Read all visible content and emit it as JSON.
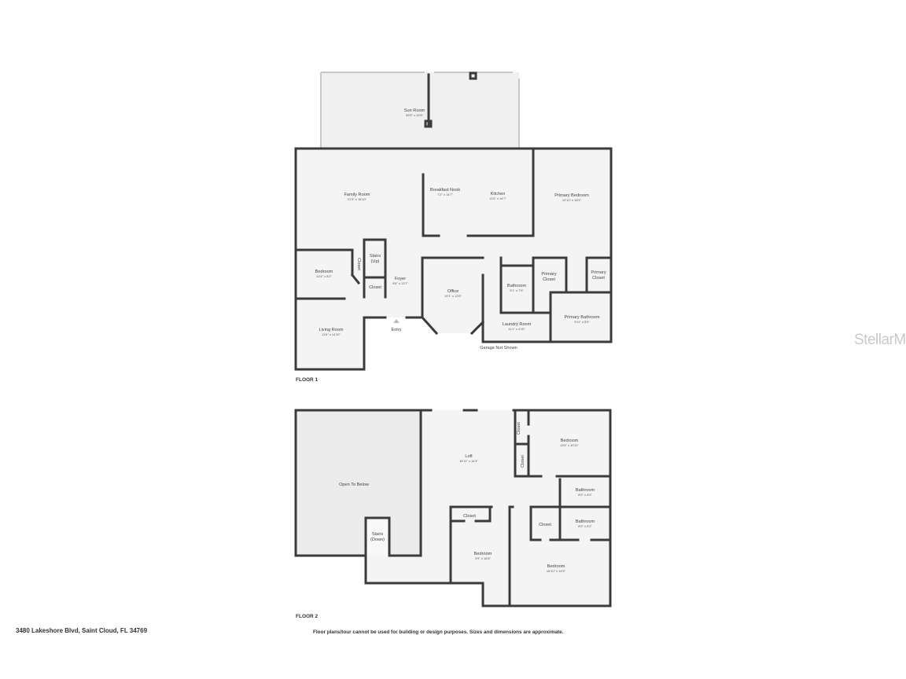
{
  "floor1": {
    "label": "FLOOR 1",
    "rooms": [
      {
        "name": "Sun Room",
        "dims": "33'5\" x 12'6\""
      },
      {
        "name": "Family Room",
        "dims": "21'5\" x 16'10\""
      },
      {
        "name": "Breakfast Nook",
        "dims": "7'2\" x 14'7\""
      },
      {
        "name": "Kitchen",
        "dims": "11'6\" x 14'7\""
      },
      {
        "name": "Primary Bedroom",
        "dims": "12'10\" x 18'3\""
      },
      {
        "name": "Bedroom",
        "dims": "10'4\" x 8'2\""
      },
      {
        "name": "Foyer",
        "dims": "9'6\" x 13'7\""
      },
      {
        "name": "Office",
        "dims": "10'1\" x 12'6\""
      },
      {
        "name": "Bathroom",
        "dims": "5'1\" x 7'9\""
      },
      {
        "name": "Laundry Room",
        "dims": "11'1\" x 4'10\""
      },
      {
        "name": "Primary Bathroom",
        "dims": "9'11\" x 8'3\""
      },
      {
        "name": "Living Room",
        "dims": "11'6\" x 14'10\""
      }
    ],
    "labels": {
      "stairs_up_1": "Stairs",
      "stairs_up_2": "(Up)",
      "closet_vertical": "Closet",
      "closet": "Closet",
      "primary_closet_a_1": "Primary",
      "primary_closet_a_2": "Closet",
      "primary_closet_b_1": "Primary",
      "primary_closet_b_2": "Closet",
      "entry": "Entry",
      "garage": "Garage Not Shown"
    }
  },
  "floor2": {
    "label": "FLOOR 2",
    "rooms": [
      {
        "name": "Open To Below",
        "dims": ""
      },
      {
        "name": "Loft",
        "dims": "15'11\" x 14'4\""
      },
      {
        "name": "Bedroom",
        "dims": "13'6\" x 10'11\""
      },
      {
        "name": "Bathroom",
        "dims": "8'0\" x 5'0\""
      },
      {
        "name": "Bathroom",
        "dims": "8'0\" x 5'2\""
      },
      {
        "name": "Bedroom",
        "dims": "9'9\" x 16'5\""
      },
      {
        "name": "Bedroom",
        "dims": "16'10\" x 14'5\""
      }
    ],
    "labels": {
      "stairs_down_1": "Stairs",
      "stairs_down_2": "(Down)",
      "closet_a": "Closet",
      "closet_b": "Closet",
      "closet_c": "Closet",
      "closet_d": "Closet"
    }
  },
  "footer": {
    "address": "3480 Lakeshore Blvd, Saint Cloud, FL 34769",
    "disclaimer": "Floor plans/tour cannot be used for building or design purposes. Sizes and dimensions are approximate."
  },
  "watermark": "StellarMLS",
  "colors": {
    "wall": "#3b3b3b",
    "floor": "#f4f4f4",
    "open_to_below": "#ececec"
  }
}
